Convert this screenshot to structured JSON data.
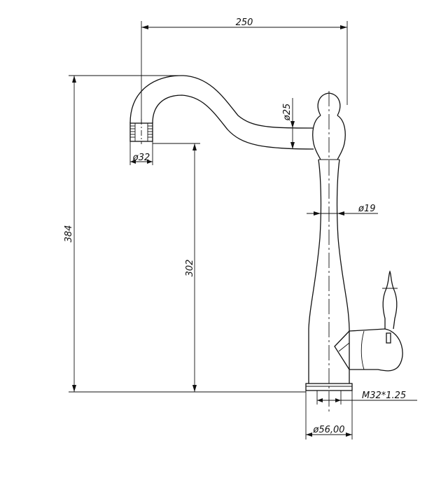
{
  "dimensions": {
    "overall_width": "250",
    "overall_height": "384",
    "spout_height": "302",
    "outlet_diameter": "ø32",
    "spout_tube_diameter": "ø25",
    "body_diameter": "ø19",
    "thread": "M32*1.25",
    "base_diameter": "ø56,00"
  }
}
